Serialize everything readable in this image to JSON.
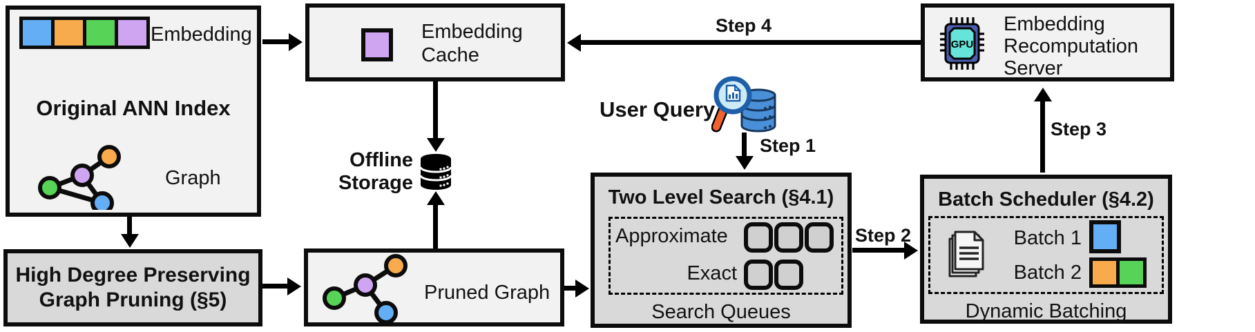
{
  "colors": {
    "blue": "#64aef5",
    "orange": "#f7ab4d",
    "green": "#57d457",
    "purple": "#cfa5f2",
    "box_light": "#f2f2f2",
    "box_dark": "#d9d9d9",
    "chip_body": "#4b5fae",
    "chip_core": "#67e4d9",
    "db_blue": "#4a90d9",
    "handle_orange": "#f2622e"
  },
  "ann_box": {
    "embedding_label": "Embedding",
    "title": "Original ANN Index",
    "graph_label": "Graph"
  },
  "pruning_box": {
    "line1": "High Degree Preserving",
    "line2": "Graph Pruning (§5)"
  },
  "embedding_cache": {
    "line1": "Embedding",
    "line2": "Cache"
  },
  "offline_storage": {
    "line1": "Offline",
    "line2": "Storage"
  },
  "pruned_graph": {
    "label": "Pruned Graph"
  },
  "user_query": {
    "label": "User Query"
  },
  "steps": {
    "s1": "Step 1",
    "s2": "Step 2",
    "s3": "Step 3",
    "s4": "Step 4"
  },
  "two_level_search": {
    "title": "Two Level Search (§4.1)",
    "approximate_label": "Approximate",
    "exact_label": "Exact",
    "caption": "Search Queues",
    "approximate_slots": 3,
    "exact_slots": 2
  },
  "batch_scheduler": {
    "title": "Batch Scheduler (§4.2)",
    "batch1_label": "Batch 1",
    "batch2_label": "Batch 2",
    "caption": "Dynamic Batching"
  },
  "recomputation_server": {
    "line1": "Embedding",
    "line2": "Recomputation",
    "line3": "Server",
    "gpu_label": "GPU"
  }
}
